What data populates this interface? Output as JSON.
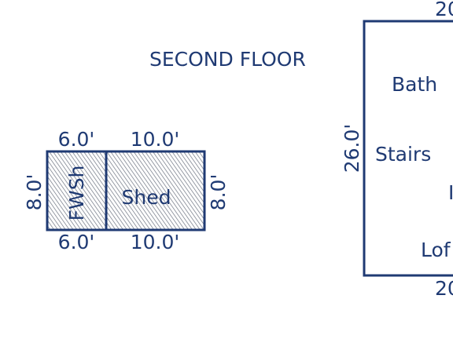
{
  "floor_title": "SECOND FLOOR",
  "colors": {
    "ink": "#1f3a73",
    "hatch": "#6b7280",
    "background": "#ffffff"
  },
  "outbuilding": {
    "fwsh": {
      "name": "FWSh",
      "top_dim": "6.0'",
      "bottom_dim": "6.0'",
      "left_dim": "8.0'"
    },
    "shed": {
      "name": "Shed",
      "top_dim": "10.0'",
      "bottom_dim": "10.0'",
      "right_dim": "8.0'"
    }
  },
  "house": {
    "top_dim": "20",
    "bottom_dim": "20",
    "left_dim": "26.0'",
    "rooms": {
      "bath": "Bath",
      "stairs": "Stairs",
      "loft": "Lof",
      "partial": "I"
    }
  }
}
